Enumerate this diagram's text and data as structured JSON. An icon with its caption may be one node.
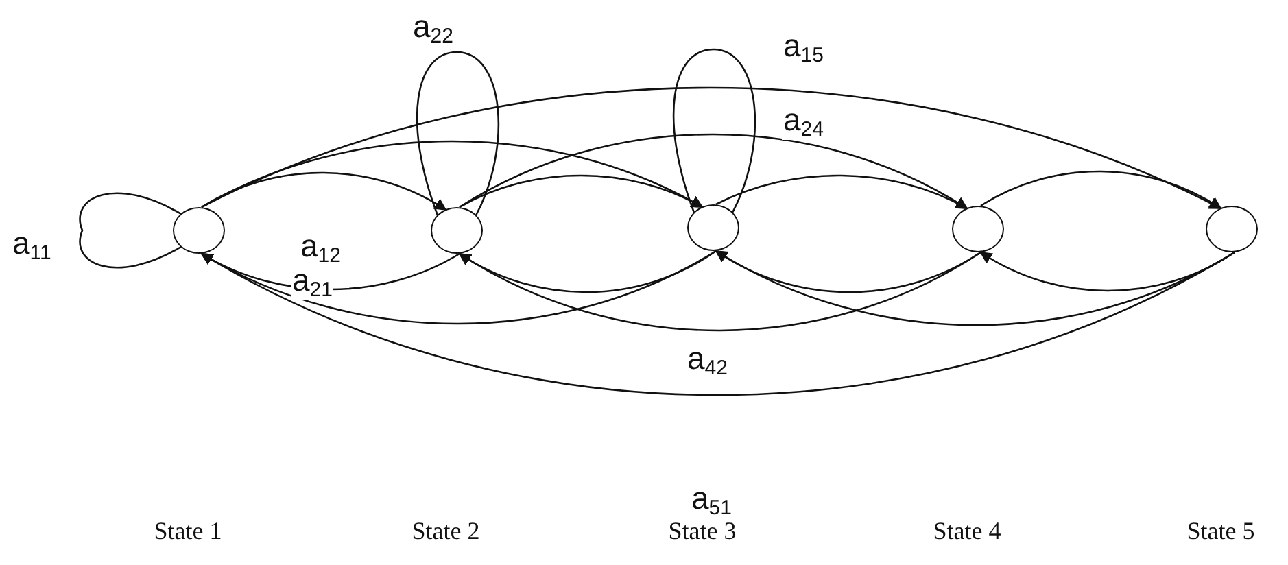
{
  "diagram": {
    "nodes": [
      {
        "text": [],
        "shape": "circle"
      },
      {
        "text": [],
        "shape": "circle"
      },
      {
        "text": [],
        "shape": "circle"
      },
      {
        "text": [],
        "shape": "circle"
      },
      {
        "text": [],
        "shape": "circle"
      }
    ],
    "labels": [
      "State 1",
      "State 2",
      "State 3",
      "State 4",
      "State 5"
    ],
    "edges": [
      {
        "from": 0,
        "to": 0,
        "arrow": "none",
        "label": "a$_{11}$"
      },
      {
        "from": 0,
        "to": 1,
        "arrow": "to",
        "label": "a$_{12}$"
      },
      {
        "from": 1,
        "to": 0,
        "arrow": "to",
        "label": "a$_{21}$"
      },
      {
        "from": 1,
        "to": 1,
        "arrow": "none",
        "label": "a$_{22}$"
      },
      {
        "from": 2,
        "to": 2,
        "arrow": "none"
      },
      {
        "from": 0,
        "to": 2,
        "arrow": "to"
      },
      {
        "from": 0,
        "to": 4,
        "arrow": "to",
        "label": "a$_{15}$"
      },
      {
        "from": 1,
        "to": 2,
        "arrow": "to"
      },
      {
        "from": 1,
        "to": 3,
        "arrow": "to",
        "label": "a$_{24}$"
      },
      {
        "from": 2,
        "to": 3,
        "arrow": "to"
      },
      {
        "from": 3,
        "to": 4,
        "arrow": "to"
      },
      {
        "from": 2,
        "to": 0,
        "arrow": "to"
      },
      {
        "from": 4,
        "to": 0,
        "arrow": "to",
        "label": "a$_{51}$"
      },
      {
        "from": 2,
        "to": 1,
        "arrow": "to"
      },
      {
        "from": 3,
        "to": 1,
        "arrow": "to",
        "label": "a$_{42}$"
      },
      {
        "from": 3,
        "to": 2,
        "arrow": "to"
      },
      {
        "from": 4,
        "to": 2,
        "arrow": "to"
      },
      {
        "from": 4,
        "to": 3,
        "arrow": "to"
      }
    ]
  }
}
